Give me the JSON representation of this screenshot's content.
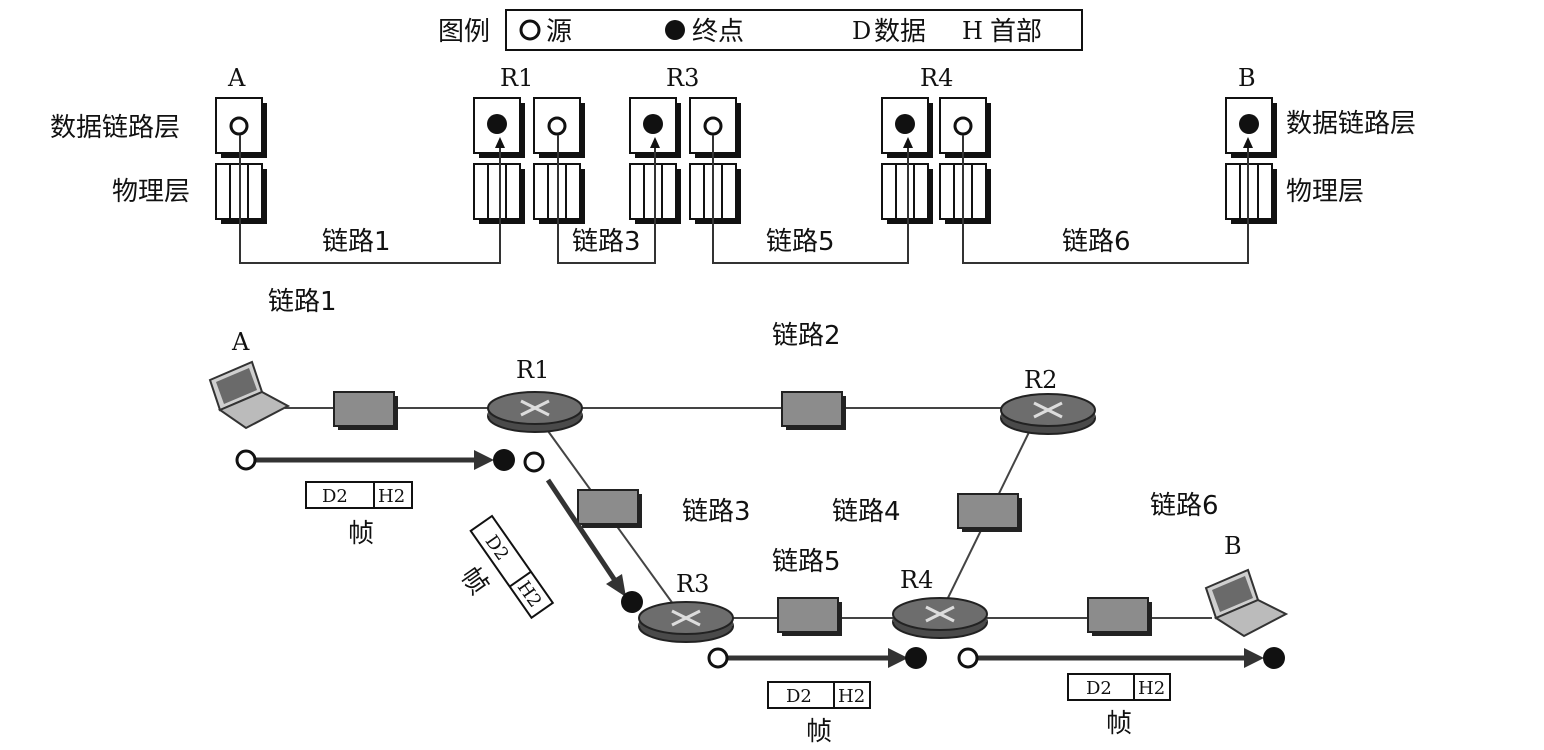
{
  "legend": {
    "title": "图例",
    "source": "源",
    "destination": "终点",
    "data_key": "D",
    "data_label": "数据",
    "header_key": "H",
    "header_label": "首部"
  },
  "layers": {
    "data_link_left": "数据链路层",
    "physical_left": "物理层",
    "data_link_right": "数据链路层",
    "physical_right": "物理层"
  },
  "top_nodes": {
    "a": "A",
    "r1": "R1",
    "r3": "R3",
    "r4": "R4",
    "b": "B"
  },
  "top_links": {
    "link1": "链路1",
    "link3": "链路3",
    "link5": "链路5",
    "link6": "链路6"
  },
  "network": {
    "link1": "链路1",
    "link2": "链路2",
    "link3": "链路3",
    "link4": "链路4",
    "link5": "链路5",
    "link6": "链路6",
    "host_a": "A",
    "host_b": "B",
    "r1": "R1",
    "r2": "R2",
    "r3": "R3",
    "r4": "R4"
  },
  "frames": {
    "data": "D2",
    "header": "H2",
    "frame_label": "帧"
  }
}
